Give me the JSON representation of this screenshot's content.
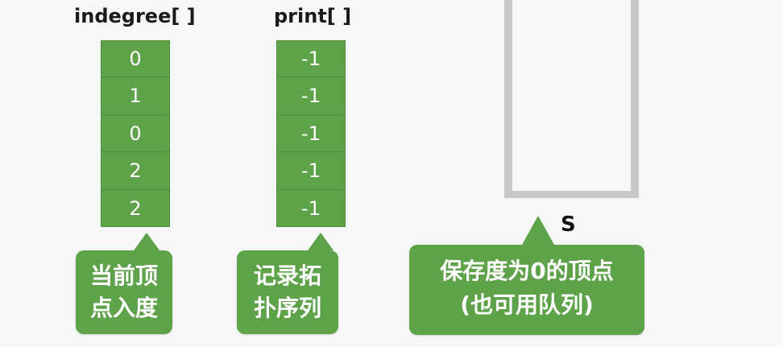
{
  "indegree": {
    "title": "indegree[ ]",
    "values": [
      "0",
      "1",
      "0",
      "2",
      "2"
    ],
    "note_line1": "当前顶",
    "note_line2": "点入度"
  },
  "print": {
    "title": "print[ ]",
    "values": [
      "-1",
      "-1",
      "-1",
      "-1",
      "-1"
    ],
    "note_line1": "记录拓",
    "note_line2": "扑序列"
  },
  "stack": {
    "label": "S",
    "note_line1": "保存度为0的顶点",
    "note_line2": "(也可用队列)"
  },
  "colors": {
    "green": "#5ea24a",
    "stack_gray": "#c8c8c8"
  }
}
